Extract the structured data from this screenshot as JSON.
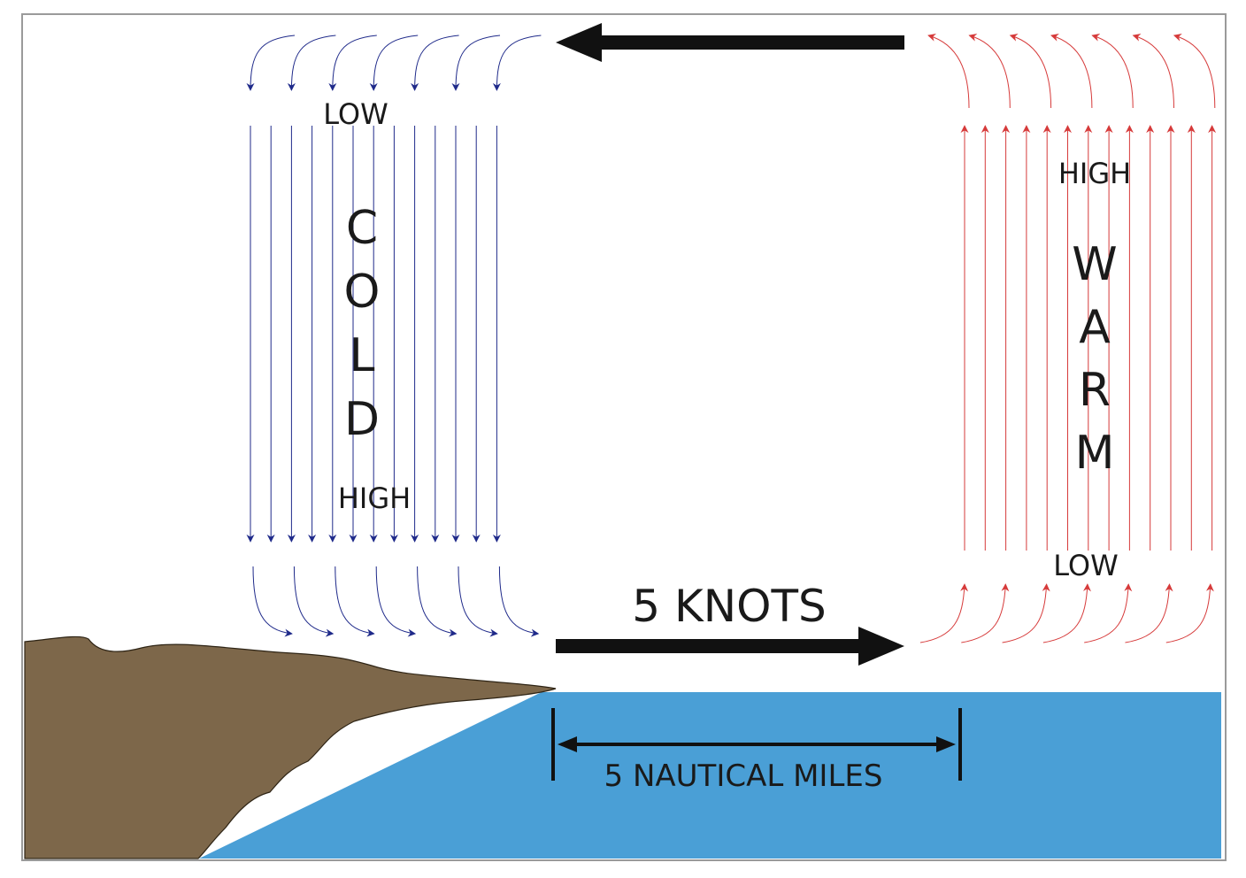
{
  "labels": {
    "cold_top": "LOW",
    "cold_bottom": "HIGH",
    "cold_word": "COLD",
    "warm_top": "HIGH",
    "warm_bottom": "LOW",
    "warm_word": "WARM",
    "wind_speed": "5 KNOTS",
    "distance": "5 NAUTICAL MILES"
  },
  "colors": {
    "cold_air": "#1f2a8a",
    "warm_air": "#d63a3a",
    "land": "#7d674a",
    "sea": "#4a9fd6",
    "arrow": "#111111",
    "frame": "#9a9a9a"
  }
}
